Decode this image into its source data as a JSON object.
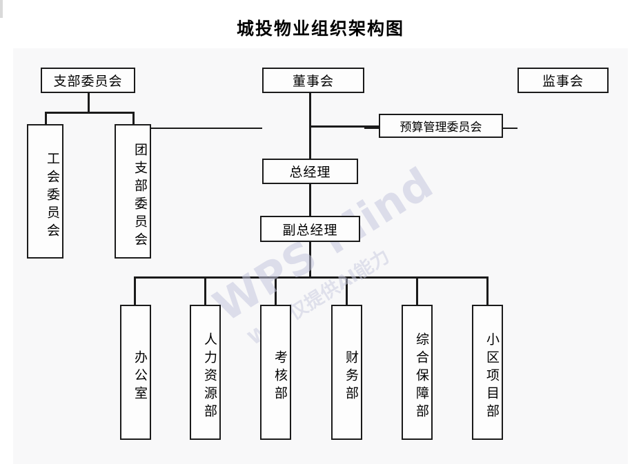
{
  "title": "城投物业组织架构图",
  "colors": {
    "canvas": "#f8f8f9",
    "page": "#ffffff",
    "box_border": "#1a1a1a",
    "box_fill": "#fdfdfd",
    "line": "#1a1a1a",
    "text": "#000000",
    "watermark": "#c4c6de"
  },
  "watermark": {
    "main": "WPS Mind",
    "sub": "WPS仅提供AI能力"
  },
  "nodes": {
    "party_branch_committee": "支部委员会",
    "board_of_directors": "董事会",
    "board_of_supervisors": "监事会",
    "budget_management_committee": "预算管理委员会",
    "labor_union_committee": "工会委员会",
    "youth_league_branch_committee": "团支部委员会",
    "general_manager": "总经理",
    "deputy_general_manager": "副总经理",
    "office": "办公室",
    "human_resources": "人力资源部",
    "assessment": "考核部",
    "finance": "财务部",
    "comprehensive_support": "综合保障部",
    "community_project": "小区项目部"
  },
  "chart_data": {
    "type": "org-chart",
    "title": "城投物业组织架构图",
    "levels": [
      {
        "level": 1,
        "nodes": [
          "支部委员会",
          "董事会",
          "监事会"
        ]
      },
      {
        "level": 2,
        "nodes": [
          "工会委员会",
          "团支部委员会",
          "预算管理委员会",
          "总经理"
        ]
      },
      {
        "level": 3,
        "nodes": [
          "副总经理"
        ]
      },
      {
        "level": 4,
        "nodes": [
          "办公室",
          "人力资源部",
          "考核部",
          "财务部",
          "综合保障部",
          "小区项目部"
        ]
      }
    ],
    "edges": [
      {
        "from": "支部委员会",
        "to": "董事会",
        "style": "horizontal"
      },
      {
        "from": "董事会",
        "to": "监事会",
        "style": "horizontal"
      },
      {
        "from": "支部委员会",
        "to": "工会委员会",
        "style": "tree"
      },
      {
        "from": "支部委员会",
        "to": "团支部委员会",
        "style": "tree"
      },
      {
        "from": "董事会",
        "to": "预算管理委员会",
        "style": "side-branch"
      },
      {
        "from": "董事会",
        "to": "总经理",
        "style": "tree"
      },
      {
        "from": "总经理",
        "to": "副总经理",
        "style": "tree"
      },
      {
        "from": "副总经理",
        "to": "办公室",
        "style": "tree"
      },
      {
        "from": "副总经理",
        "to": "人力资源部",
        "style": "tree"
      },
      {
        "from": "副总经理",
        "to": "考核部",
        "style": "tree"
      },
      {
        "from": "副总经理",
        "to": "财务部",
        "style": "tree"
      },
      {
        "from": "副总经理",
        "to": "综合保障部",
        "style": "tree"
      },
      {
        "from": "副总经理",
        "to": "小区项目部",
        "style": "tree"
      }
    ]
  }
}
